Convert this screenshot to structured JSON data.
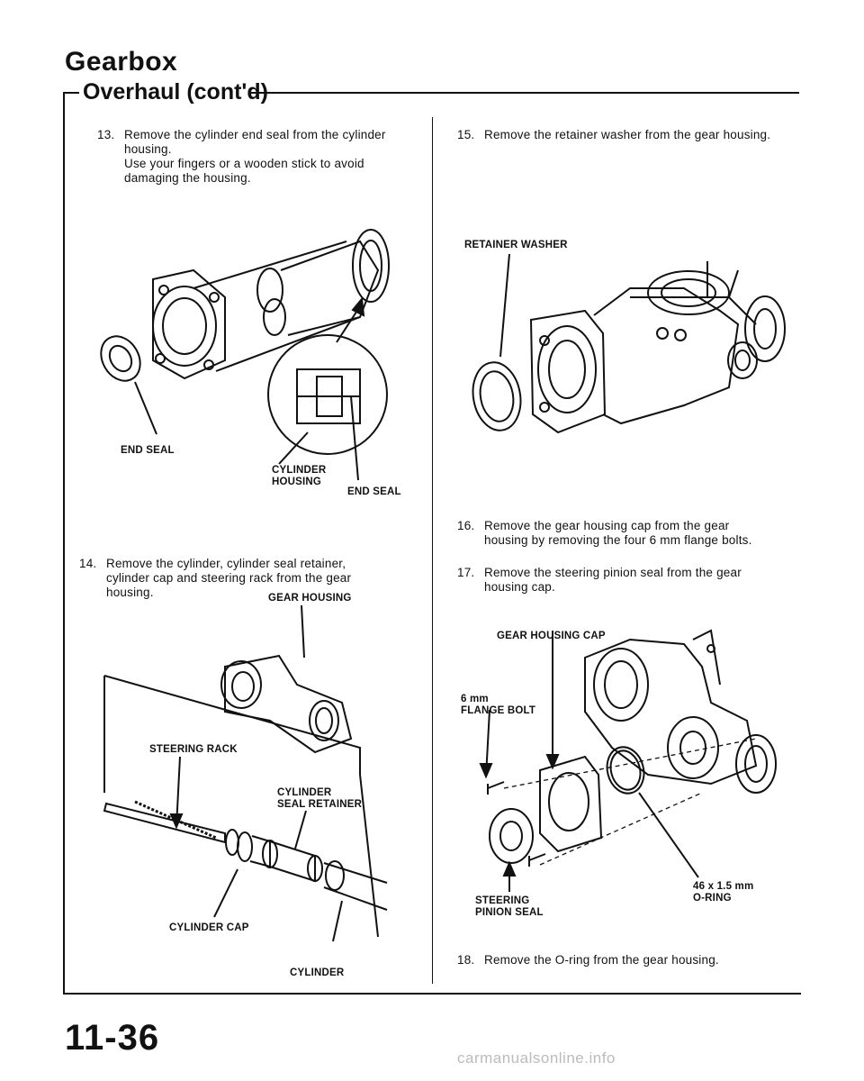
{
  "header": {
    "title": "Gearbox",
    "section": "Overhaul (cont'd)"
  },
  "left_column": {
    "step13": {
      "number": "13.",
      "lines": [
        "Remove the cylinder end seal from the cylinder",
        "housing.",
        "Use your fingers or a wooden stick to avoid",
        "damaging the housing."
      ]
    },
    "fig1_labels": {
      "end_seal_left": "END SEAL",
      "cylinder_housing": [
        "CYLINDER",
        "HOUSING"
      ],
      "end_seal_right": "END SEAL"
    },
    "step14": {
      "number": "14.",
      "lines": [
        "Remove the cylinder, cylinder seal retainer,",
        "cylinder cap and steering rack from the gear",
        "housing."
      ]
    },
    "fig2_labels": {
      "gear_housing": "GEAR HOUSING",
      "steering_rack": "STEERING RACK",
      "cylinder_seal_retainer": [
        "CYLINDER",
        "SEAL RETAINER"
      ],
      "cylinder_cap": "CYLINDER CAP",
      "cylinder": "CYLINDER"
    }
  },
  "right_column": {
    "step15": {
      "number": "15.",
      "lines": [
        "Remove the retainer washer from the gear housing."
      ]
    },
    "fig3_labels": {
      "retainer_washer": "RETAINER WASHER"
    },
    "step16": {
      "number": "16.",
      "lines": [
        "Remove the gear housing cap from the gear",
        "housing by removing the four 6 mm flange bolts."
      ]
    },
    "step17": {
      "number": "17.",
      "lines": [
        "Remove the steering pinion seal from the gear",
        "housing cap."
      ]
    },
    "fig4_labels": {
      "gear_housing_cap": "GEAR HOUSING CAP",
      "flange_bolt": [
        "6 mm",
        "FLANGE BOLT"
      ],
      "steering_pinion_seal": [
        "STEERING",
        "PINION SEAL"
      ],
      "o_ring": [
        "46 x 1.5 mm",
        "O-RING"
      ]
    },
    "step18": {
      "number": "18.",
      "lines": [
        "Remove the O-ring from the gear housing."
      ]
    }
  },
  "footer": {
    "page_number": "11-36",
    "watermark": "carmanualsonline.info"
  }
}
